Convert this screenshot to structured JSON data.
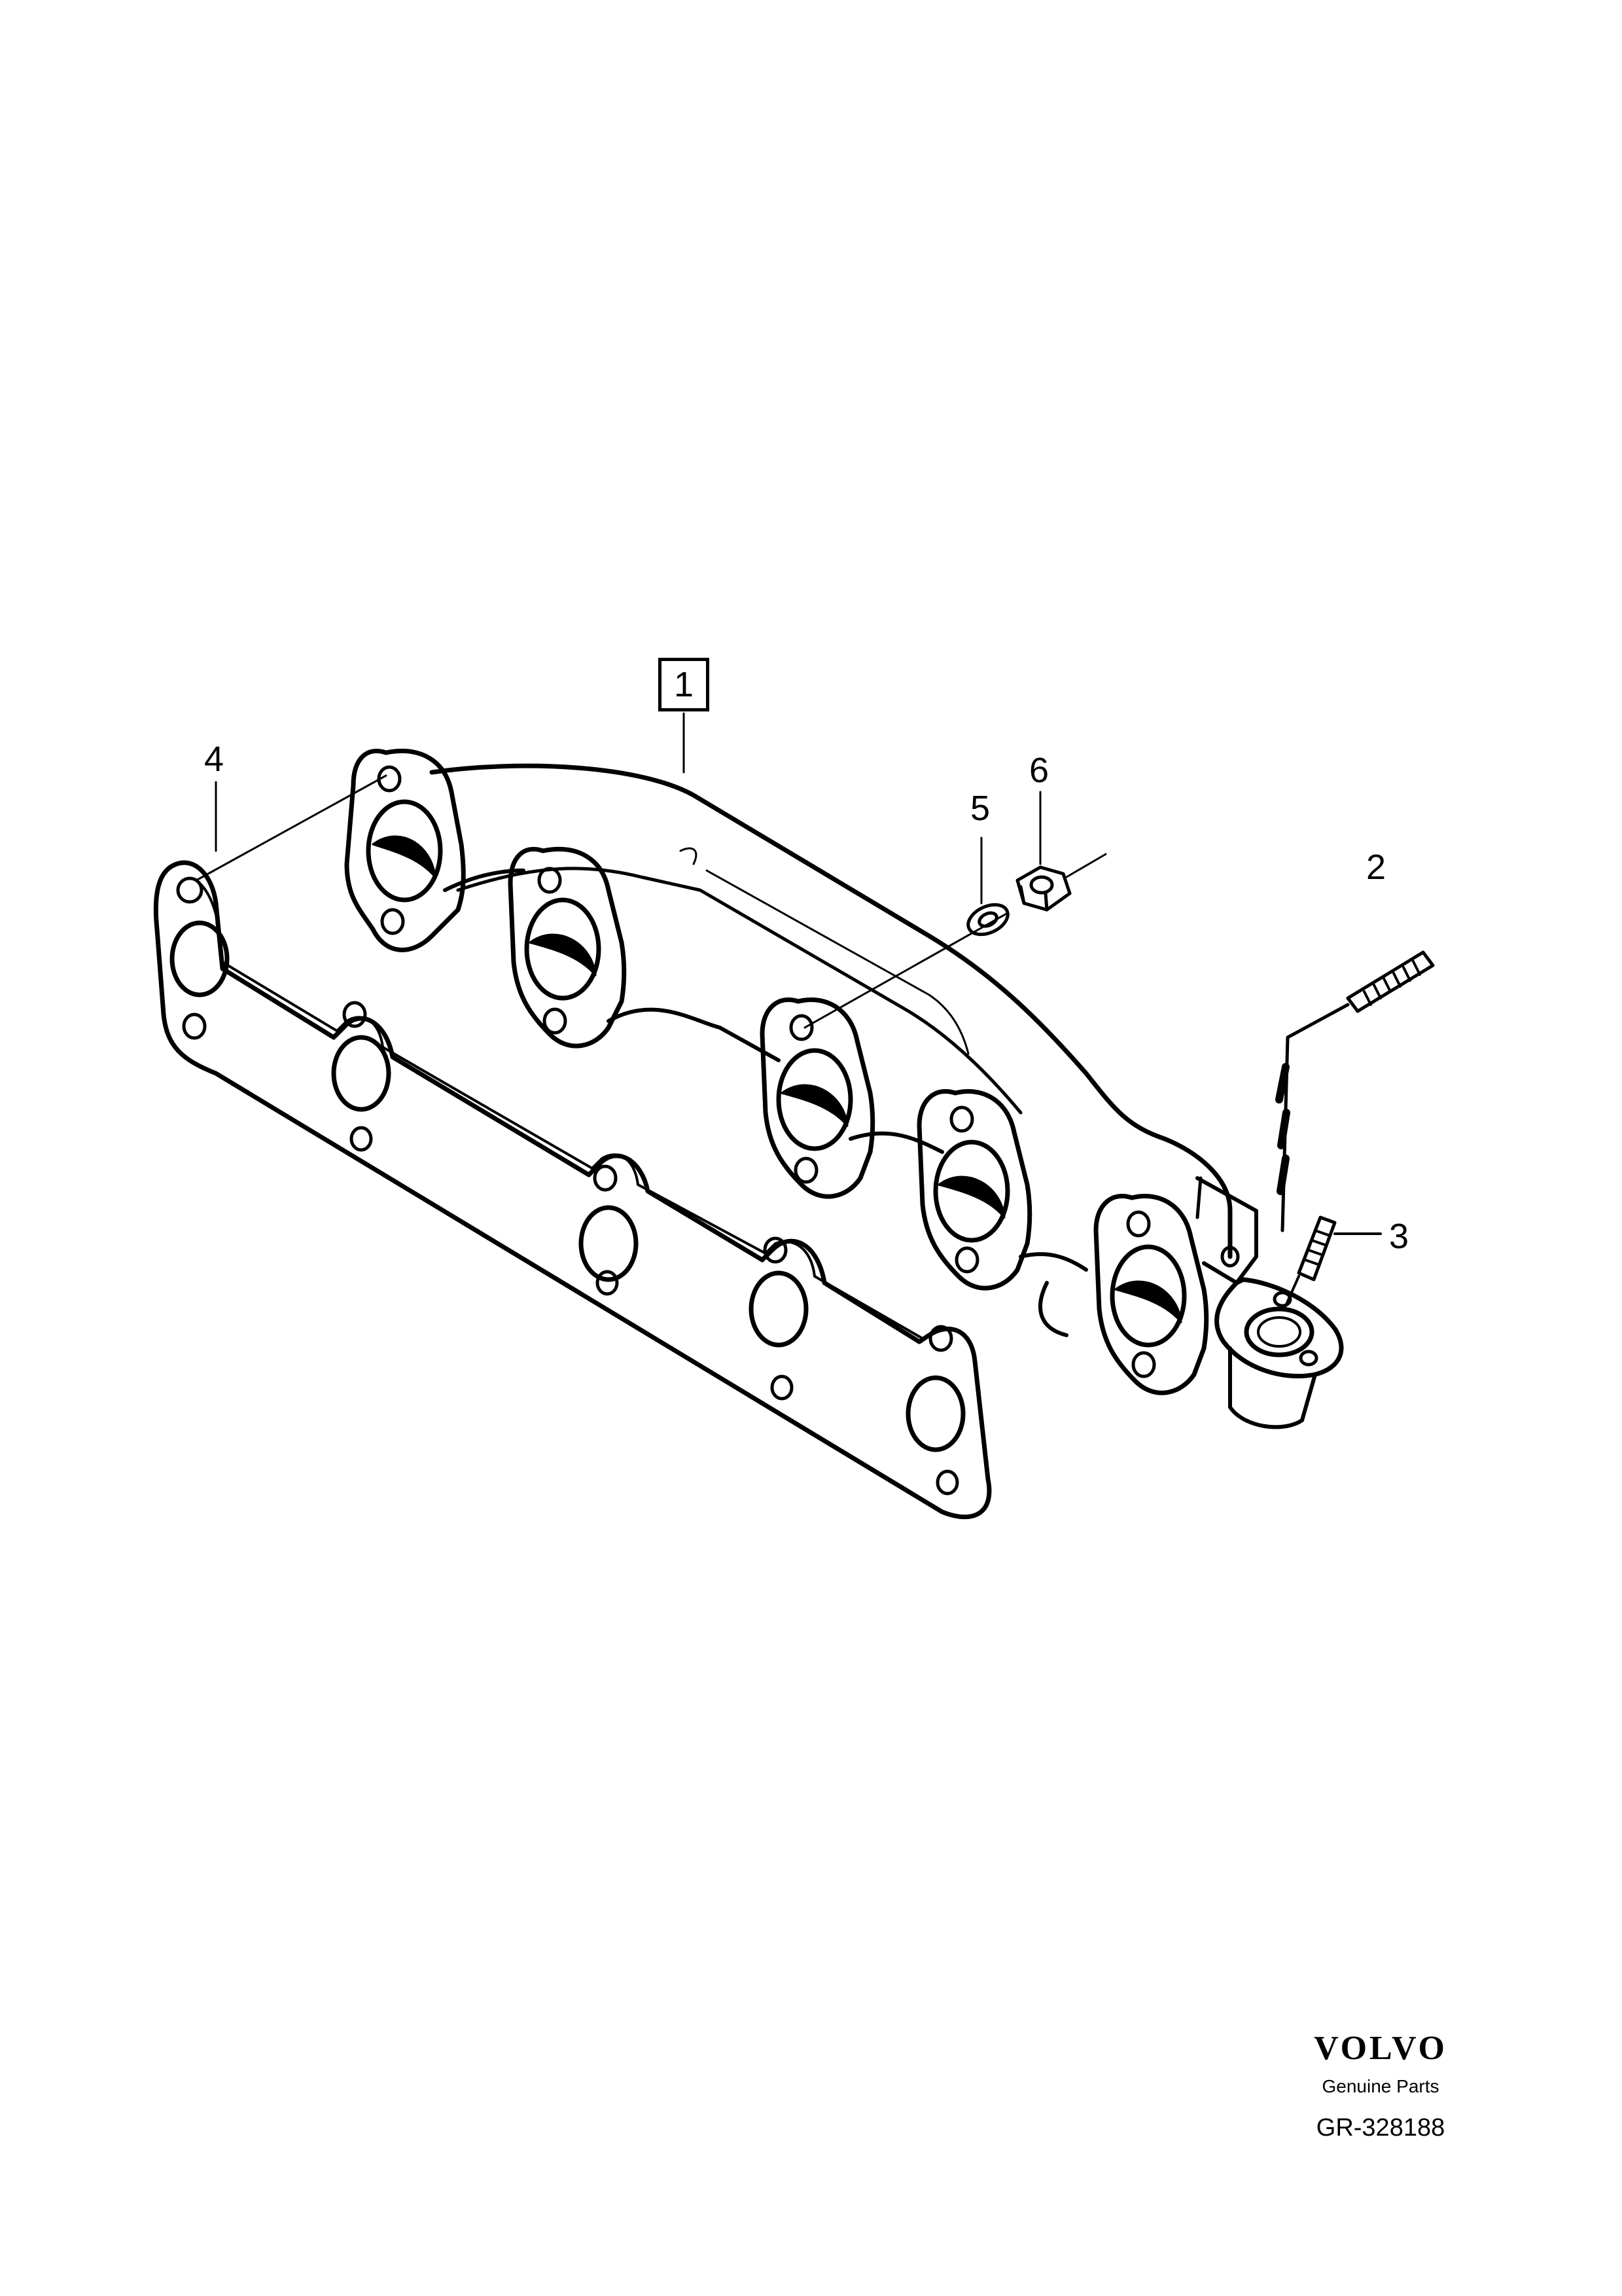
{
  "callouts": {
    "part_1": "1",
    "part_2": "2",
    "part_3": "3",
    "part_4": "4",
    "part_5": "5",
    "part_6": "6"
  },
  "footer": {
    "brand": "VOLVO",
    "subtitle": "Genuine Parts",
    "reference": "GR-328188"
  }
}
